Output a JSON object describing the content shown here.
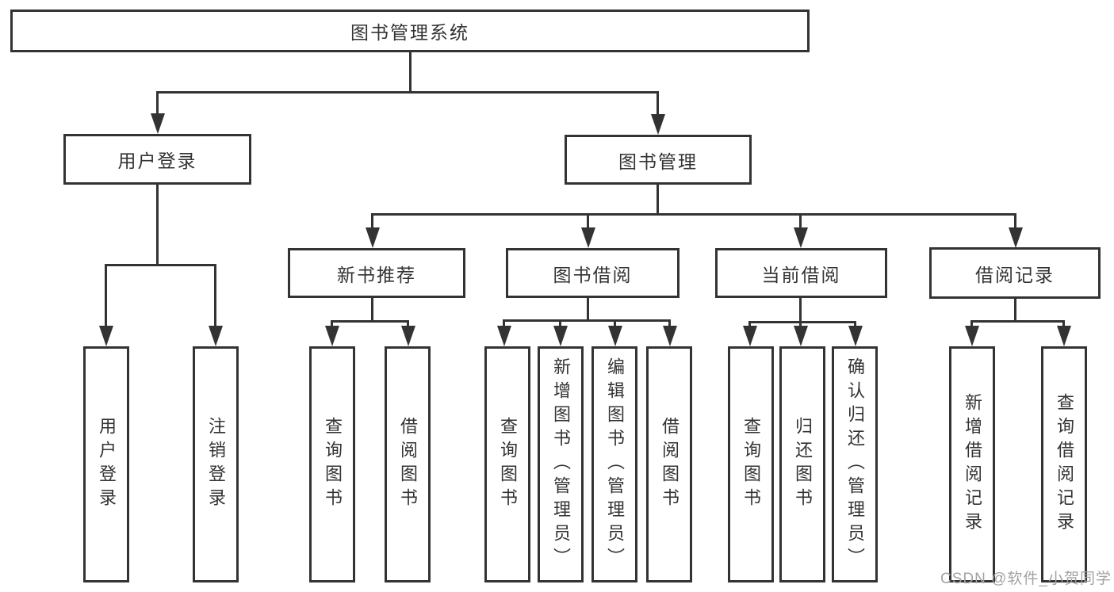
{
  "diagram": {
    "type": "hierarchy-tree",
    "title": "图书管理系统",
    "colors": {
      "line": "#333333",
      "text": "#333333",
      "background": "#ffffff",
      "watermark": "#a3a3a3"
    },
    "nodes": {
      "root": "图书管理系统",
      "user_login": "用户登录",
      "book_mgmt": "图书管理",
      "new_book_rec": "新书推荐",
      "book_borrow": "图书借阅",
      "current_borrow": "当前借阅",
      "borrow_record": "借阅记录",
      "leaf_user_login": "用户登录",
      "leaf_logout": "注销登录",
      "leaf_nb_query": "查询图书",
      "leaf_nb_borrow": "借阅图书",
      "leaf_bb_query": "查询图书",
      "leaf_bb_add": "新增图书（管理员）",
      "leaf_bb_edit": "编辑图书（管理员）",
      "leaf_bb_borrow": "借阅图书",
      "leaf_cb_query": "查询图书",
      "leaf_cb_return": "归还图书",
      "leaf_cb_confirm": "确认归还（管理员）",
      "leaf_br_add": "新增借阅记录",
      "leaf_br_query": "查询借阅记录"
    },
    "edges": [
      [
        "root",
        "user_login"
      ],
      [
        "root",
        "book_mgmt"
      ],
      [
        "user_login",
        "leaf_user_login"
      ],
      [
        "user_login",
        "leaf_logout"
      ],
      [
        "book_mgmt",
        "new_book_rec"
      ],
      [
        "book_mgmt",
        "book_borrow"
      ],
      [
        "book_mgmt",
        "current_borrow"
      ],
      [
        "book_mgmt",
        "borrow_record"
      ],
      [
        "new_book_rec",
        "leaf_nb_query"
      ],
      [
        "new_book_rec",
        "leaf_nb_borrow"
      ],
      [
        "book_borrow",
        "leaf_bb_query"
      ],
      [
        "book_borrow",
        "leaf_bb_add"
      ],
      [
        "book_borrow",
        "leaf_bb_edit"
      ],
      [
        "book_borrow",
        "leaf_bb_borrow"
      ],
      [
        "current_borrow",
        "leaf_cb_query"
      ],
      [
        "current_borrow",
        "leaf_cb_return"
      ],
      [
        "current_borrow",
        "leaf_cb_confirm"
      ],
      [
        "borrow_record",
        "leaf_br_add"
      ],
      [
        "borrow_record",
        "leaf_br_query"
      ]
    ],
    "watermark": "CSDN @软件_小贺同学"
  }
}
